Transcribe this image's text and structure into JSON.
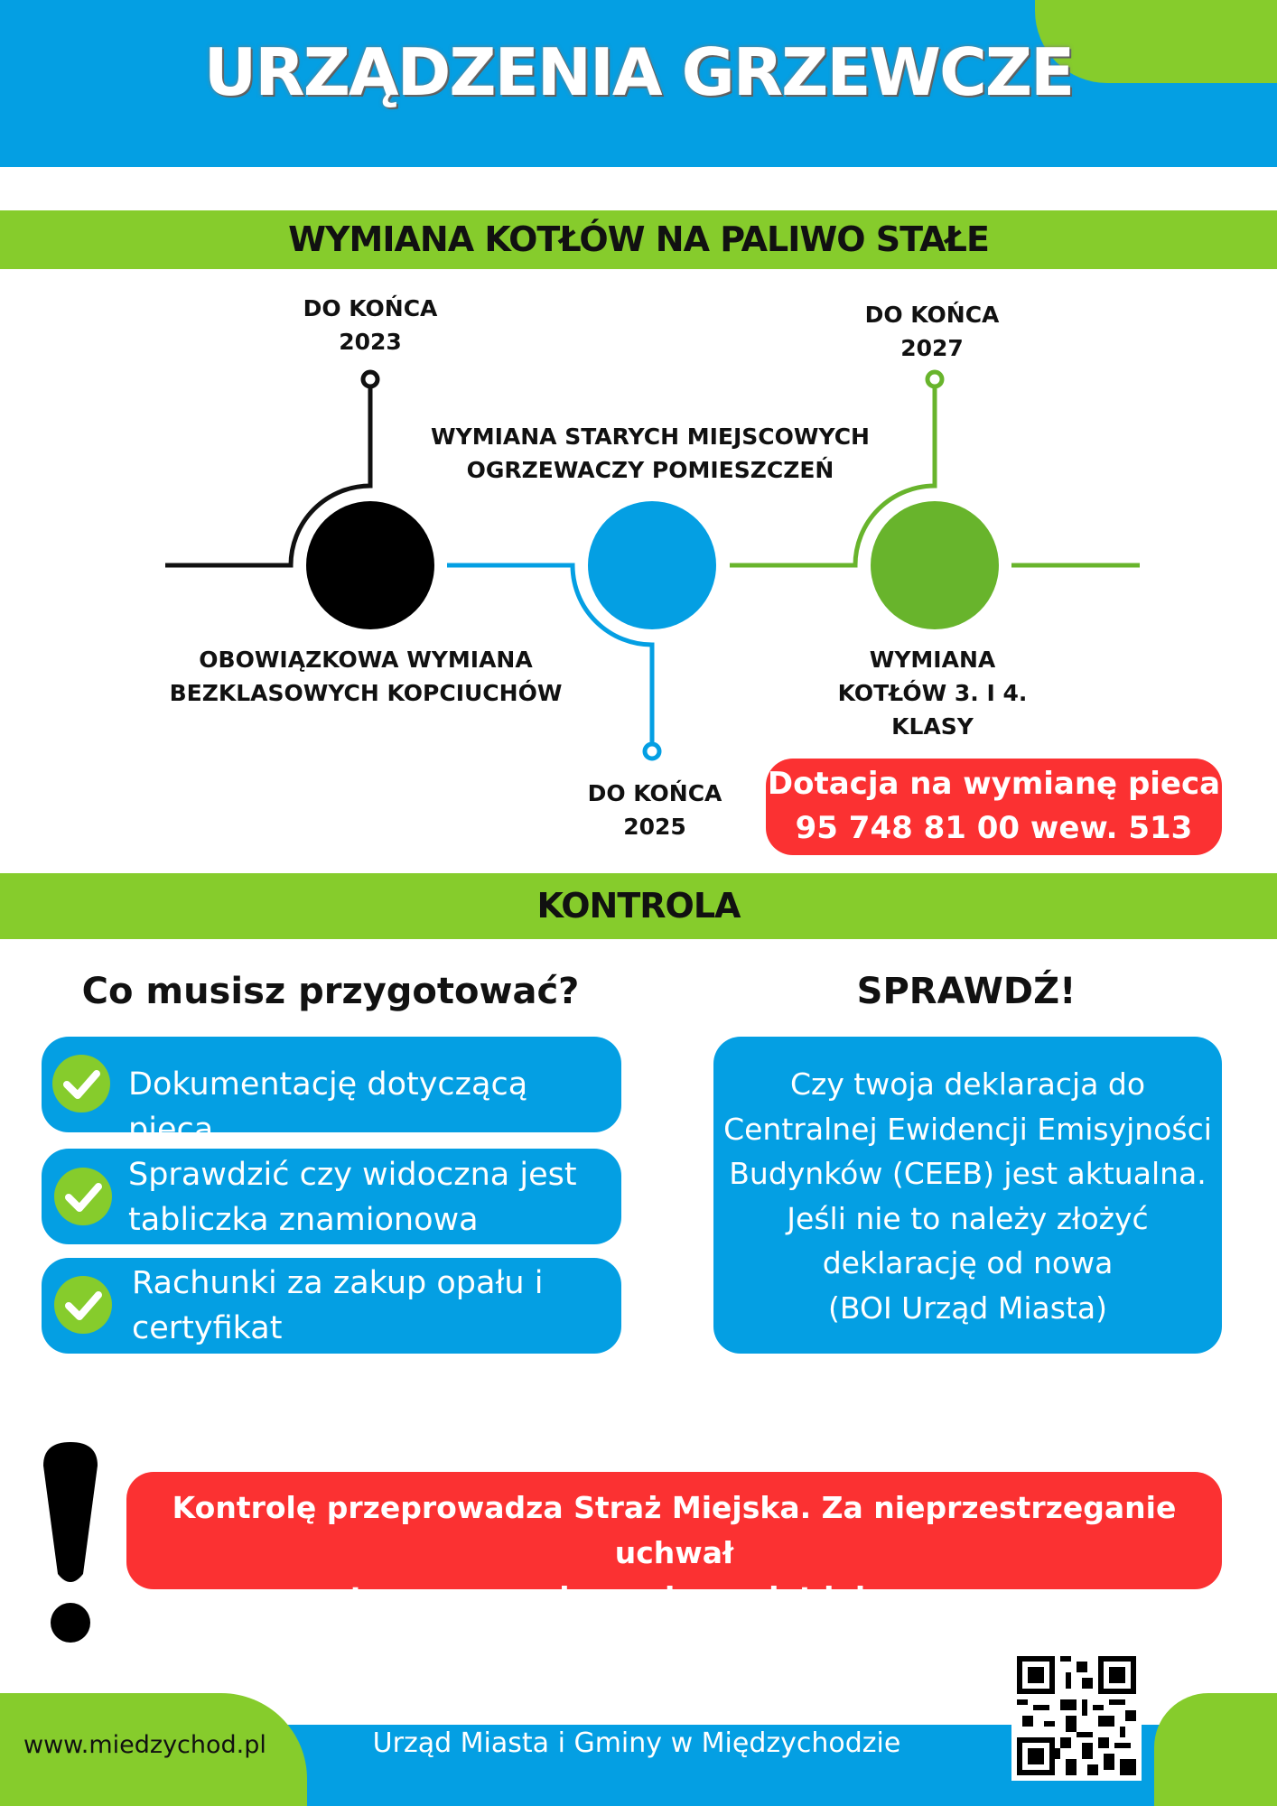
{
  "header": {
    "title": "URZĄDZENIA GRZEWCZE"
  },
  "section1": {
    "title": "WYMIANA KOTŁÓW NA PALIWO STAŁE",
    "timeline": [
      {
        "date": "DO KOŃCA\n2023",
        "label": "OBOWIĄZKOWA WYMIANA\nBEZKLASOWYCH KOPCIUCHÓW",
        "color": "#000000"
      },
      {
        "date": "DO KOŃCA\n2025",
        "label": "WYMIANA STARYCH MIEJSCOWYCH\nOGRZEWACZY POMIESZCZEŃ",
        "color": "#049fe3"
      },
      {
        "date": "DO KOŃCA\n2027",
        "label": "WYMIANA\nKOTŁÓW 3. I 4.\nKLASY",
        "color": "#68b42c"
      }
    ],
    "subsidy": "Dotacja na wymianę pieca\n95 748 81 00 wew. 513"
  },
  "section2": {
    "title": "KONTROLA",
    "prepare_heading": "Co musisz przygotować?",
    "prepare_items": [
      "Dokumentację dotyczącą pieca",
      "Sprawdzić czy widoczna jest\ntabliczka znamionowa",
      "Rachunki za zakup opału i\ncertyfikat"
    ],
    "check_heading": "SPRAWDŹ!",
    "check_text": "Czy twoja deklaracja do\nCentralnej Ewidencji Emisyjności\nBudynków (CEEB) jest aktualna.\nJeśli nie to należy złożyć\ndeklarację od nowa\n(BOI Urząd Miasta)",
    "warning": "Kontrolę przeprowadza Straż Miejska. Za nieprzestrzeganie uchwał\nantysmogowych grozi mandat lub grzywna."
  },
  "footer": {
    "website": "www.miedzychod.pl",
    "office": "Urząd Miasta i Gminy w Międzychodzie"
  },
  "icons": [
    "check-icon",
    "exclamation-icon",
    "qr-code-icon"
  ],
  "colors": {
    "blue": "#049fe3",
    "green": "#86cc2c",
    "red": "#fb3132"
  }
}
